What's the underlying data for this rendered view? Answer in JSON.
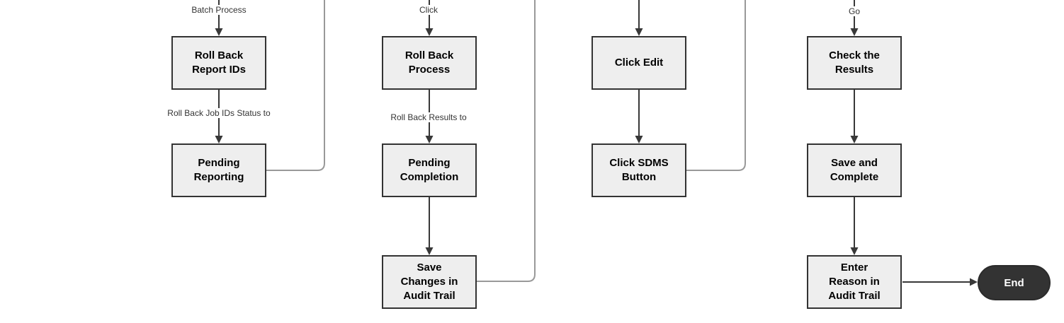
{
  "diagram": {
    "type": "flowchart",
    "colors": {
      "background": "#ffffff",
      "node_fill": "#eeeeee",
      "node_border": "#333333",
      "node_text": "#000000",
      "arrow": "#383838",
      "return_connector": "#999999",
      "end_fill": "#333333",
      "end_text": "#ffffff"
    },
    "nodes": {
      "roll_back_report_ids": "Roll Back\nReport IDs",
      "pending_reporting": "Pending\nReporting",
      "roll_back_process": "Roll Back\nProcess",
      "pending_completion": "Pending\nCompletion",
      "save_changes_in_audit_trail": "Save\nChanges in\nAudit Trail",
      "click_edit": "Click Edit",
      "click_sdms_button": "Click SDMS\nButton",
      "check_the_results": "Check the\nResults",
      "save_and_complete": "Save and\nComplete",
      "enter_reason_in_audit_trail": "Enter\nReason in\nAudit Trail",
      "end": "End"
    },
    "edge_labels": {
      "batch_process": "Batch Process",
      "roll_back_job_ids_status_to": "Roll Back Job IDs Status to",
      "click": "Click",
      "roll_back_results_to": "Roll Back Results to",
      "go": "Go"
    },
    "edges": [
      {
        "from": "offscreen-top",
        "to": "roll_back_report_ids",
        "label": "Batch Process"
      },
      {
        "from": "roll_back_report_ids",
        "to": "pending_reporting",
        "label": "Roll Back Job IDs Status to"
      },
      {
        "from": "pending_reporting",
        "to": "offscreen-top",
        "label": ""
      },
      {
        "from": "offscreen-top",
        "to": "roll_back_process",
        "label": "Click"
      },
      {
        "from": "roll_back_process",
        "to": "pending_completion",
        "label": "Roll Back Results to"
      },
      {
        "from": "pending_completion",
        "to": "save_changes_in_audit_trail",
        "label": ""
      },
      {
        "from": "save_changes_in_audit_trail",
        "to": "offscreen-top",
        "label": ""
      },
      {
        "from": "offscreen-top",
        "to": "click_edit",
        "label": ""
      },
      {
        "from": "click_edit",
        "to": "click_sdms_button",
        "label": ""
      },
      {
        "from": "click_sdms_button",
        "to": "offscreen-top",
        "label": ""
      },
      {
        "from": "offscreen-top",
        "to": "check_the_results",
        "label": "Go"
      },
      {
        "from": "check_the_results",
        "to": "save_and_complete",
        "label": ""
      },
      {
        "from": "save_and_complete",
        "to": "enter_reason_in_audit_trail",
        "label": ""
      },
      {
        "from": "enter_reason_in_audit_trail",
        "to": "end",
        "label": ""
      }
    ]
  }
}
